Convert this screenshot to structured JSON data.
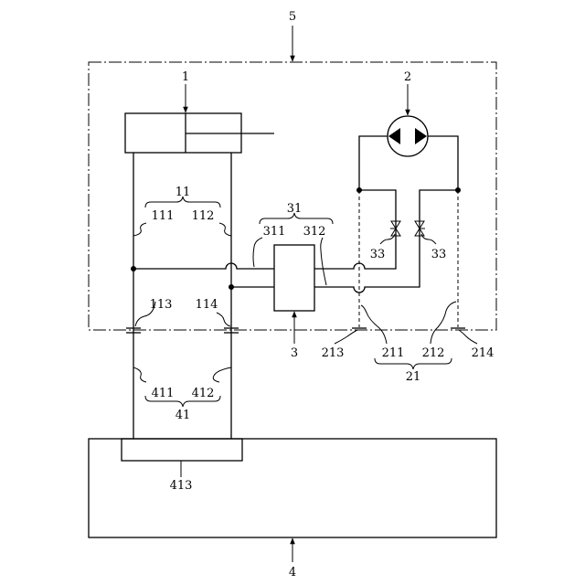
{
  "labels": {
    "l1": "1",
    "l2": "2",
    "l3": "3",
    "l4": "4",
    "l5": "5",
    "l11": "11",
    "l111": "111",
    "l112": "112",
    "l113": "113",
    "l114": "114",
    "l21": "21",
    "l211": "211",
    "l212": "212",
    "l213": "213",
    "l214": "214",
    "l31": "31",
    "l311": "311",
    "l312": "312",
    "l33a": "33",
    "l33b": "33",
    "l41": "41",
    "l411": "411",
    "l412": "412",
    "l413": "413"
  }
}
